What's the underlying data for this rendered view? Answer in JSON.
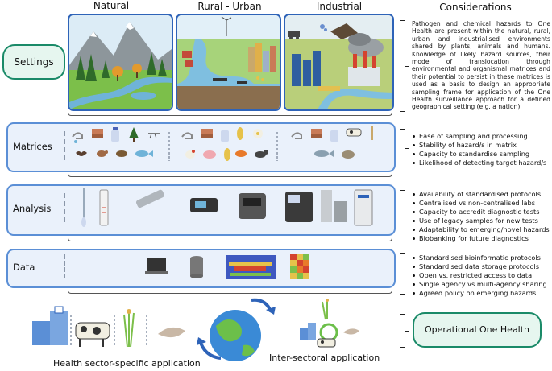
{
  "columns": {
    "natural": "Natural",
    "rural_urban": "Rural - Urban",
    "industrial": "Industrial",
    "considerations": "Considerations"
  },
  "settings": {
    "label": "Settings",
    "text": "Pathogen and chemical hazards to One Health are present within the natural, rural, urban and industrialised environments shared by plants, animals and humans. Knowledge of likely hazard sources, their mode of translocation through environmental and organismal matrices and their potential to persist in these matrices is used as a basis to design an appropriate sampling frame for application of the One Health surveillance approach for a defined geographical setting (e.g. a nation)."
  },
  "matrices": {
    "label": "Matrices",
    "bullets": [
      "Ease of sampling and processing",
      "Stability of hazard/s in matrix",
      "Capacity to standardise sampling",
      "Likelihood of detecting target hazard/s"
    ]
  },
  "analysis": {
    "label": "Analysis",
    "bullets": [
      "Availability of standardised protocols",
      "Centralised vs non-centralised labs",
      "Capacity to accredit diagnostic tests",
      "Use of legacy samples for new tests",
      "Adaptability to emerging/novel hazards",
      "Biobanking for future diagnostics"
    ]
  },
  "data": {
    "label": "Data",
    "bullets": [
      "Standardised bioinformatic protocols",
      "Standardised data storage protocols",
      "Open vs. restricted access to data",
      "Single agency vs multi-agency sharing",
      "Agreed policy on emerging hazards"
    ]
  },
  "bottom": {
    "health_sector": "Health sector-specific application",
    "inter_sectoral": "Inter-sectoral application",
    "operational": "Operational One Health"
  },
  "icons": {
    "matrices": [
      "tap-icon",
      "soil-icon",
      "water-bottle-icon",
      "tree-icon",
      "mosquito-icon",
      "bat-icon",
      "bird-icon",
      "frog-icon",
      "fish-icon",
      "chicken-icon",
      "pig-icon",
      "corn-icon",
      "fish-icon",
      "flower-icon",
      "dog-icon",
      "cow-icon",
      "wheat-icon",
      "salmon-icon",
      "oyster-icon"
    ],
    "analysis": [
      "swab-icon",
      "rapid-test-icon",
      "syringe-icon",
      "sequencer-icon",
      "thermocycler-icon",
      "analyzer-icon",
      "hplc-icon",
      "freezer-icon"
    ],
    "data": [
      "laptop-icon",
      "database-icon",
      "heatmap-map-icon",
      "matrix-heatmap-icon"
    ]
  },
  "colors": {
    "band_border": "#5b8fd6",
    "band_fill": "#eaf1fb",
    "pill_border": "#1a8a68",
    "pill_fill": "#e6f6ef",
    "scene_border": "#2e63b8"
  }
}
